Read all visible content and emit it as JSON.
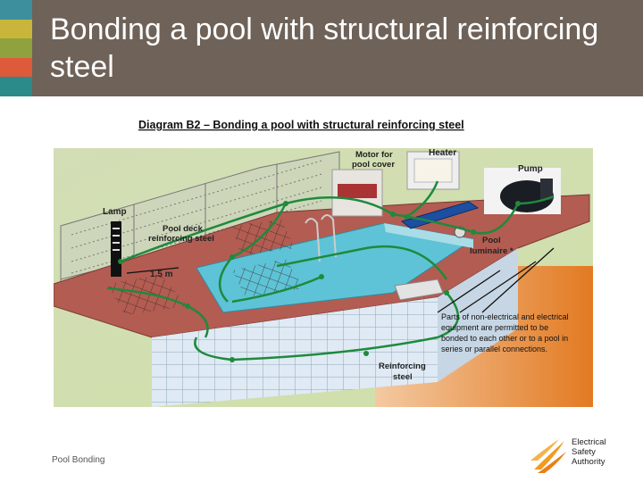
{
  "slide": {
    "title": "Bonding a pool with structural reinforcing steel",
    "footer": "Pool Bonding",
    "stripe_colors": [
      "#3e8f9e",
      "#c9b53a",
      "#8fa23d",
      "#dd5a3a",
      "#2b8a8a"
    ]
  },
  "diagram": {
    "heading": "Diagram B2 – Bonding a pool with structural reinforcing steel",
    "labels": {
      "lamp": "Lamp",
      "pool_deck_1": "Pool deck",
      "pool_deck_2": "reinforcing steel",
      "distance": "1.5 m",
      "motor_1": "Motor for",
      "motor_2": "pool cover",
      "heater": "Heater",
      "pump": "Pump",
      "luminaire_1": "Pool",
      "luminaire_2": "luminaire *",
      "note_1": "Parts of non-electrical and electrical",
      "note_2": "equipment are permitted to be",
      "note_3": "bonded to each other or to a pool in",
      "note_4": "series or parallel connections.",
      "rebar_1": "Reinforcing",
      "rebar_2": "steel"
    },
    "colors": {
      "bond_wire": "#1e8a3c",
      "water": "#5ec3d6",
      "deck": "#b35c52",
      "tile": "#d9e7f2",
      "soil": "#e07b2a"
    }
  },
  "logo": {
    "line1": "Electrical",
    "line2": "Safety",
    "line3": "Authority"
  }
}
